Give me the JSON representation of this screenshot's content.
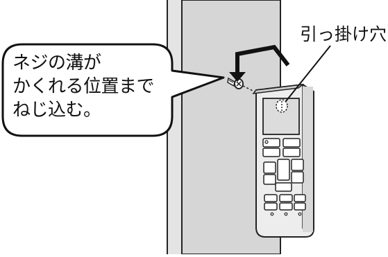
{
  "callout": {
    "lines": [
      "ネジの溝が",
      "かくれる位置まで",
      "ねじ込む。"
    ]
  },
  "hole_label": "引っ掛け穴"
}
